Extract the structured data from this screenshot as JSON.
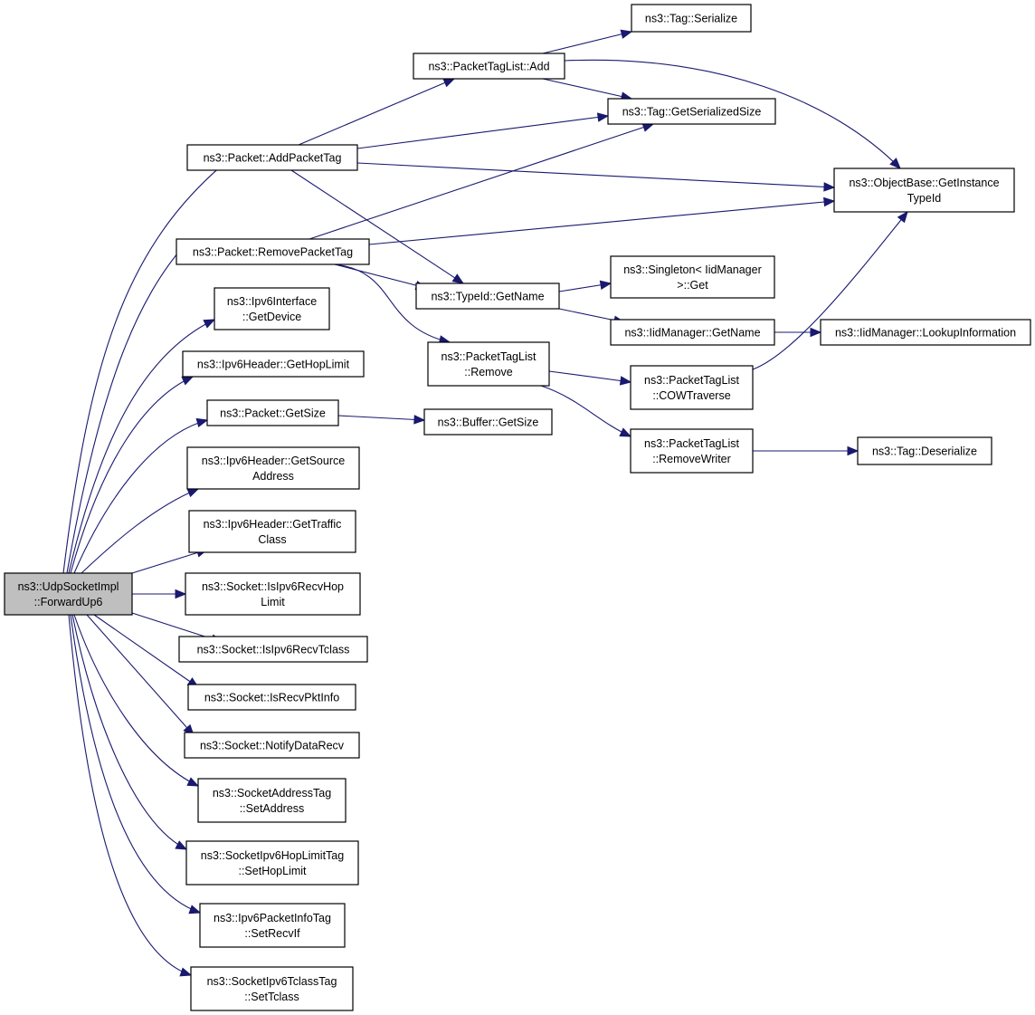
{
  "graph": {
    "nodes": [
      {
        "id": "root",
        "lines": [
          "ns3::UdpSocketImpl",
          "::ForwardUp6"
        ],
        "root": true
      },
      {
        "id": "addPacketTag",
        "lines": [
          "ns3::Packet::AddPacketTag"
        ]
      },
      {
        "id": "removePacketTag",
        "lines": [
          "ns3::Packet::RemovePacketTag"
        ]
      },
      {
        "id": "ipv6IfGetDevice",
        "lines": [
          "ns3::Ipv6Interface",
          "::GetDevice"
        ]
      },
      {
        "id": "getHopLimit",
        "lines": [
          "ns3::Ipv6Header::GetHopLimit"
        ]
      },
      {
        "id": "packetGetSize",
        "lines": [
          "ns3::Packet::GetSize"
        ]
      },
      {
        "id": "getSourceAddress",
        "lines": [
          "ns3::Ipv6Header::GetSource",
          "Address"
        ]
      },
      {
        "id": "getTrafficClass",
        "lines": [
          "ns3::Ipv6Header::GetTraffic",
          "Class"
        ]
      },
      {
        "id": "isIpv6RecvHopLimit",
        "lines": [
          "ns3::Socket::IsIpv6RecvHop",
          "Limit"
        ]
      },
      {
        "id": "isIpv6RecvTclass",
        "lines": [
          "ns3::Socket::IsIpv6RecvTclass"
        ]
      },
      {
        "id": "isRecvPktInfo",
        "lines": [
          "ns3::Socket::IsRecvPktInfo"
        ]
      },
      {
        "id": "notifyDataRecv",
        "lines": [
          "ns3::Socket::NotifyDataRecv"
        ]
      },
      {
        "id": "setAddress",
        "lines": [
          "ns3::SocketAddressTag",
          "::SetAddress"
        ]
      },
      {
        "id": "setHopLimit",
        "lines": [
          "ns3::SocketIpv6HopLimitTag",
          "::SetHopLimit"
        ]
      },
      {
        "id": "setRecvIf",
        "lines": [
          "ns3::Ipv6PacketInfoTag",
          "::SetRecvIf"
        ]
      },
      {
        "id": "setTclass",
        "lines": [
          "ns3::SocketIpv6TclassTag",
          "::SetTclass"
        ]
      },
      {
        "id": "tagListAdd",
        "lines": [
          "ns3::PacketTagList::Add"
        ]
      },
      {
        "id": "tagSerialize",
        "lines": [
          "ns3::Tag::Serialize"
        ]
      },
      {
        "id": "tagGetSerializedSize",
        "lines": [
          "ns3::Tag::GetSerializedSize"
        ]
      },
      {
        "id": "getInstanceTypeId",
        "lines": [
          "ns3::ObjectBase::GetInstance",
          "TypeId"
        ]
      },
      {
        "id": "typeIdGetName",
        "lines": [
          "ns3::TypeId::GetName"
        ]
      },
      {
        "id": "tagListRemove",
        "lines": [
          "ns3::PacketTagList",
          "::Remove"
        ]
      },
      {
        "id": "singletonGet",
        "lines": [
          "ns3::Singleton< IidManager",
          ">::Get"
        ]
      },
      {
        "id": "iidGetName",
        "lines": [
          "ns3::IidManager::GetName"
        ]
      },
      {
        "id": "lookupInformation",
        "lines": [
          "ns3::IidManager::LookupInformation"
        ]
      },
      {
        "id": "cowTraverse",
        "lines": [
          "ns3::PacketTagList",
          "::COWTraverse"
        ]
      },
      {
        "id": "removeWriter",
        "lines": [
          "ns3::PacketTagList",
          "::RemoveWriter"
        ]
      },
      {
        "id": "bufferGetSize",
        "lines": [
          "ns3::Buffer::GetSize"
        ]
      },
      {
        "id": "tagDeserialize",
        "lines": [
          "ns3::Tag::Deserialize"
        ]
      }
    ],
    "edges": [
      {
        "from": "root",
        "to": "addPacketTag"
      },
      {
        "from": "root",
        "to": "removePacketTag"
      },
      {
        "from": "root",
        "to": "ipv6IfGetDevice"
      },
      {
        "from": "root",
        "to": "getHopLimit"
      },
      {
        "from": "root",
        "to": "packetGetSize"
      },
      {
        "from": "root",
        "to": "getSourceAddress"
      },
      {
        "from": "root",
        "to": "getTrafficClass"
      },
      {
        "from": "root",
        "to": "isIpv6RecvHopLimit"
      },
      {
        "from": "root",
        "to": "isIpv6RecvTclass"
      },
      {
        "from": "root",
        "to": "isRecvPktInfo"
      },
      {
        "from": "root",
        "to": "notifyDataRecv"
      },
      {
        "from": "root",
        "to": "setAddress"
      },
      {
        "from": "root",
        "to": "setHopLimit"
      },
      {
        "from": "root",
        "to": "setRecvIf"
      },
      {
        "from": "root",
        "to": "setTclass"
      },
      {
        "from": "addPacketTag",
        "to": "tagListAdd"
      },
      {
        "from": "addPacketTag",
        "to": "tagGetSerializedSize"
      },
      {
        "from": "addPacketTag",
        "to": "getInstanceTypeId"
      },
      {
        "from": "addPacketTag",
        "to": "typeIdGetName"
      },
      {
        "from": "tagListAdd",
        "to": "tagSerialize"
      },
      {
        "from": "tagListAdd",
        "to": "tagGetSerializedSize"
      },
      {
        "from": "tagListAdd",
        "to": "getInstanceTypeId"
      },
      {
        "from": "removePacketTag",
        "to": "tagGetSerializedSize"
      },
      {
        "from": "removePacketTag",
        "to": "getInstanceTypeId"
      },
      {
        "from": "removePacketTag",
        "to": "typeIdGetName"
      },
      {
        "from": "removePacketTag",
        "to": "tagListRemove"
      },
      {
        "from": "typeIdGetName",
        "to": "singletonGet"
      },
      {
        "from": "typeIdGetName",
        "to": "iidGetName"
      },
      {
        "from": "iidGetName",
        "to": "lookupInformation"
      },
      {
        "from": "tagListRemove",
        "to": "cowTraverse"
      },
      {
        "from": "tagListRemove",
        "to": "removeWriter"
      },
      {
        "from": "cowTraverse",
        "to": "getInstanceTypeId"
      },
      {
        "from": "packetGetSize",
        "to": "bufferGetSize"
      },
      {
        "from": "removeWriter",
        "to": "tagDeserialize"
      }
    ]
  }
}
